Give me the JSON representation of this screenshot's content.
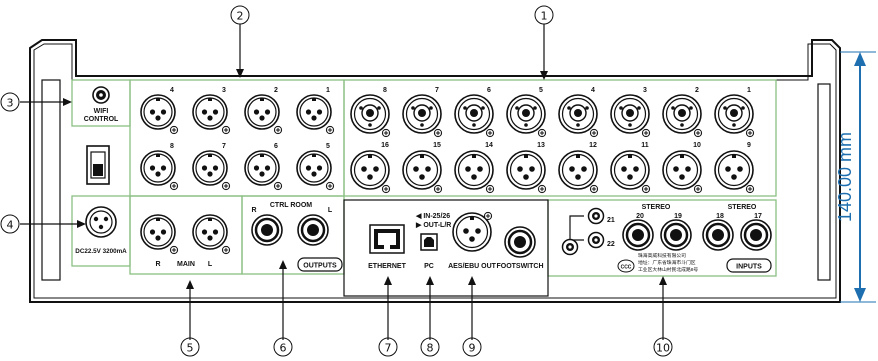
{
  "callouts": {
    "c1": "①",
    "c2": "②",
    "c3": "③",
    "c4": "④",
    "c5": "⑤",
    "c6": "⑥",
    "c7": "⑦",
    "c8": "⑧",
    "c9": "⑨",
    "c10": "⑩"
  },
  "dimension": {
    "label": "140.00 mm",
    "color": "#1e6fb0"
  },
  "wifi": {
    "line1": "WIFI",
    "line2": "CONTROL"
  },
  "power": {
    "label": "DC22.5V 3200mA"
  },
  "xlr_top": [
    "4",
    "3",
    "2",
    "1"
  ],
  "xlr_mid": [
    "8",
    "7",
    "6",
    "5"
  ],
  "main": {
    "r": "R",
    "title": "MAIN",
    "l": "L"
  },
  "ctrl_room": {
    "title": "CTRL ROOM",
    "r": "R",
    "l": "L"
  },
  "outputs_badge": "OUTPUTS",
  "combo_top": [
    "8",
    "7",
    "6",
    "5",
    "4",
    "3",
    "2",
    "1"
  ],
  "combo_bottom": [
    "16",
    "15",
    "14",
    "13",
    "12",
    "11",
    "10",
    "9"
  ],
  "ethernet": "ETHERNET",
  "usb": {
    "label": "PC",
    "line1": "◀ IN-25/26",
    "line2": "▶ OUT-L/R"
  },
  "aes": "AES/EBU OUT",
  "footswitch": "FOOTSWITCH",
  "rca": {
    "top": "21",
    "bottom": "22"
  },
  "stereo": {
    "left": "STEREO",
    "right": "STEREO",
    "jacks": [
      "20",
      "19",
      "18",
      "17"
    ]
  },
  "inputs_badge": "INPUTS",
  "cert_text": [
    "珠海高威科技有限公司",
    "地址：广东省珠海市斗门区",
    "工业区大林山村民北成路8号"
  ],
  "ce_mark": "CCC",
  "accent_green": "#8cc084"
}
